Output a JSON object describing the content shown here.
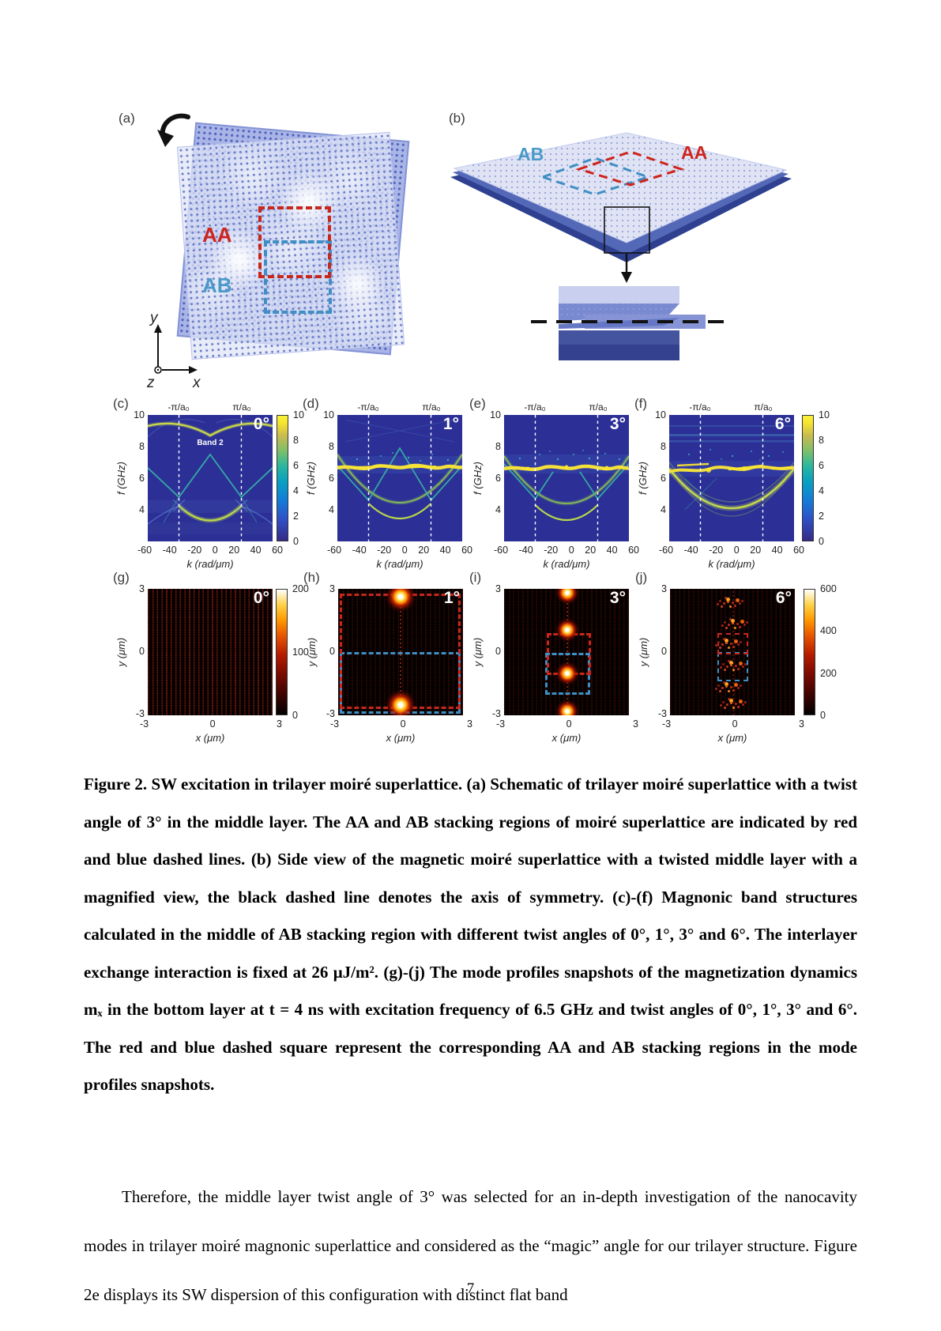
{
  "page_number": "7",
  "figure": {
    "panel_a": {
      "label": "(a)",
      "aa": "AA",
      "ab": "AB",
      "axis_y": "y",
      "axis_x": "x",
      "axis_z": "z"
    },
    "panel_b": {
      "label": "(b)",
      "ab": "AB",
      "aa": "AA"
    },
    "band_axis": {
      "ylabel": "f (GHz)",
      "xlabel": "k (rad/μm)",
      "yticks": [
        "10",
        "8",
        "6",
        "4"
      ],
      "xticks": [
        "-60",
        "-40",
        "-20",
        "0",
        "20",
        "40",
        "60"
      ],
      "top_left": "-π/a₀",
      "top_right": "π/a₀",
      "colorbar_ticks": [
        "10",
        "8",
        "6",
        "4",
        "2",
        "0"
      ]
    },
    "band_panels": [
      {
        "label": "(c)",
        "angle": "0°",
        "annotation": "Band 2"
      },
      {
        "label": "(d)",
        "angle": "1°"
      },
      {
        "label": "(e)",
        "angle": "3°"
      },
      {
        "label": "(f)",
        "angle": "6°"
      }
    ],
    "mode_axis": {
      "ylabel": "y (μm)",
      "xlabel": "x (μm)",
      "yticks": [
        "3",
        "0",
        "-3"
      ],
      "xticks": [
        "-3",
        "0",
        "3"
      ]
    },
    "mode_panels": [
      {
        "label": "(g)",
        "angle": "0°"
      },
      {
        "label": "(h)",
        "angle": "1°"
      },
      {
        "label": "(i)",
        "angle": "3°"
      },
      {
        "label": "(j)",
        "angle": "6°"
      }
    ],
    "colorbar_g_ticks": [
      "200",
      "100",
      "0"
    ],
    "colorbar_j_ticks": [
      "600",
      "400",
      "200",
      "0"
    ],
    "colors": {
      "aa_red": "#cf231c",
      "ab_blue": "#3f8fc4",
      "band_background": "#2b2f96",
      "flat_band_yellow": "#f4e23a"
    }
  },
  "caption": "Figure 2. SW excitation in trilayer moiré superlattice. (a) Schematic of trilayer moiré superlattice with a twist angle of 3° in the middle layer. The AA and AB stacking regions of moiré superlattice are indicated by red and blue dashed lines. (b) Side view of the magnetic moiré superlattice with a twisted middle layer with a magnified view, the black dashed line denotes the axis of symmetry. (c)-(f) Magnonic band structures calculated in the middle of AB stacking region with different twist angles of 0°, 1°, 3° and 6°. The interlayer exchange interaction is fixed at 26 μJ/m². (g)-(j) The mode profiles snapshots of the magnetization dynamics mₓ in the bottom layer at t = 4 ns with excitation frequency of 6.5 GHz and twist angles of 0°, 1°, 3° and 6°. The red and blue dashed square represent the corresponding AA and AB stacking regions in the mode profiles snapshots.",
  "body_paragraph": "Therefore, the middle layer twist angle of 3° was selected for an in-depth investigation of the nanocavity modes in trilayer moiré magnonic superlattice and considered as the “magic” angle for our trilayer structure. Figure 2e displays its SW dispersion of this configuration with distinct flat band"
}
